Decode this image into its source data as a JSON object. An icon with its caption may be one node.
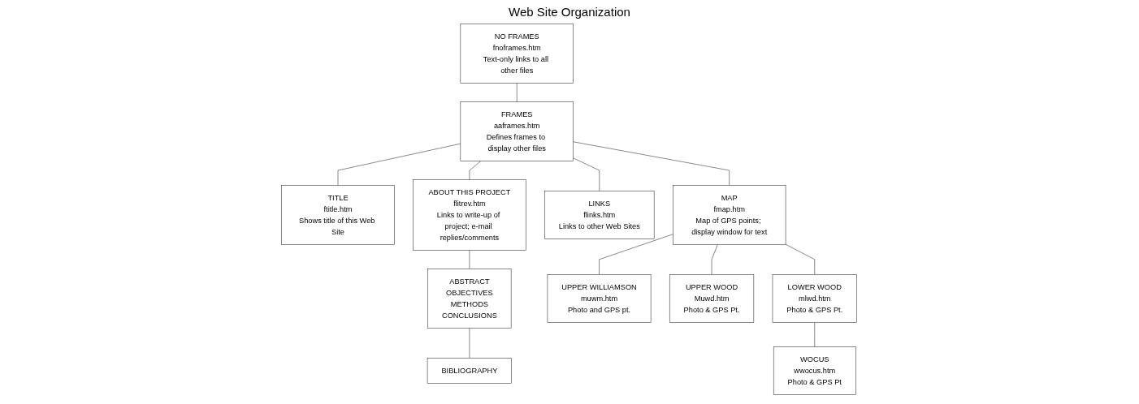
{
  "diagram": {
    "title": "Web Site Organization",
    "nodes": [
      {
        "text": [
          "NO FRAMES",
          "fnoframes.htm",
          "Text-only links to all other files"
        ]
      },
      {
        "text": [
          "FRAMES",
          "aaframes.htm",
          "Defines frames to display other files"
        ]
      },
      {
        "text": [
          "TITLE",
          "ftitle.htm",
          "Shows title of this Web Site"
        ]
      },
      {
        "text": [
          "ABOUT THIS PROJECT",
          "flitrev.htm",
          "Links to write-up of project; e-mail replies/comments"
        ]
      },
      {
        "text": [
          "LINKS",
          "flinks.htm",
          "Links to other Web Sites"
        ]
      },
      {
        "text": [
          "MAP",
          "fmap.htm",
          "Map of GPS points; display window for text"
        ]
      },
      {
        "text": [
          "ABSTRACT",
          "OBJECTIVES",
          "METHODS",
          "CONCLUSIONS"
        ]
      },
      {
        "text": [
          "UPPER WILLIAMSON",
          "muwm.htm",
          "Photo and GPS pt."
        ]
      },
      {
        "text": [
          "UPPER WOOD",
          "Muwd.htm",
          "Photo & GPS Pt."
        ]
      },
      {
        "text": [
          "LOWER WOOD",
          "mlwd.htm",
          "Photo & GPS Pt."
        ]
      },
      {
        "text": [
          "BIBLIOGRAPHY"
        ]
      },
      {
        "text": [
          "WOCUS",
          "wwocus.htm",
          "Photo & GPS Pt"
        ]
      }
    ],
    "edges": [
      {
        "from": 0,
        "to": 1,
        "arrow": "none"
      },
      {
        "from": 1,
        "to": 2,
        "arrow": "none"
      },
      {
        "from": 1,
        "to": 3,
        "arrow": "none"
      },
      {
        "from": 1,
        "to": 4,
        "arrow": "none"
      },
      {
        "from": 1,
        "to": 5,
        "arrow": "none"
      },
      {
        "from": 3,
        "to": 6,
        "arrow": "none"
      },
      {
        "from": 5,
        "to": 7,
        "arrow": "none"
      },
      {
        "from": 5,
        "to": 8,
        "arrow": "none"
      },
      {
        "from": 5,
        "to": 9,
        "arrow": "none"
      },
      {
        "from": 6,
        "to": 10,
        "arrow": "none"
      },
      {
        "from": 9,
        "to": 11,
        "arrow": "none"
      }
    ]
  }
}
